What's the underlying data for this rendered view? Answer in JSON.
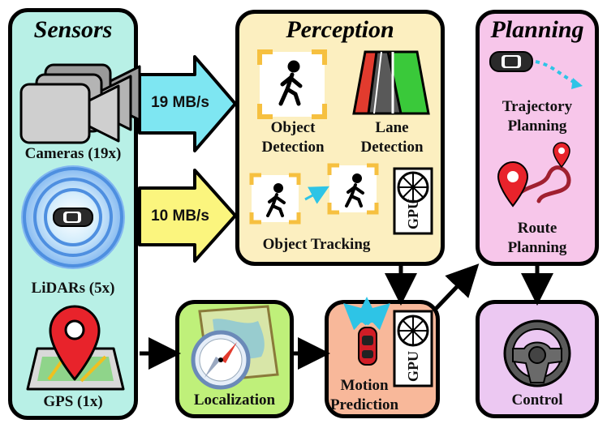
{
  "sensors": {
    "title": "Sensors",
    "cameras_label": "Cameras (19x)",
    "lidars_label": "LiDARs (5x)",
    "gps_label": "GPS (1x)"
  },
  "perception": {
    "title": "Perception",
    "object_detection_label": "Object\nDetection",
    "lane_detection_label": "Lane\nDetection",
    "object_tracking_label": "Object Tracking",
    "gpu_label": "GPU"
  },
  "planning": {
    "title": "Planning",
    "trajectory_label": "Trajectory\nPlanning",
    "route_label": "Route\nPlanning"
  },
  "localization": {
    "label": "Localization"
  },
  "motion_prediction": {
    "label": "Motion\nPrediction",
    "gpu_label": "GPU"
  },
  "control": {
    "label": "Control"
  },
  "dataflow": {
    "camera_rate": "19 MB/s",
    "lidar_rate": "10 MB/s"
  },
  "colors": {
    "sensors_bg": "#b8f0e6",
    "perception_bg": "#fcefc0",
    "planning_bg": "#f7c6ea",
    "localization_bg": "#bff07a",
    "motion_bg": "#f8b89a",
    "control_bg": "#ecc8f2",
    "arrow_cyan": "#7ee6f2",
    "arrow_yellow": "#fbf57e"
  }
}
